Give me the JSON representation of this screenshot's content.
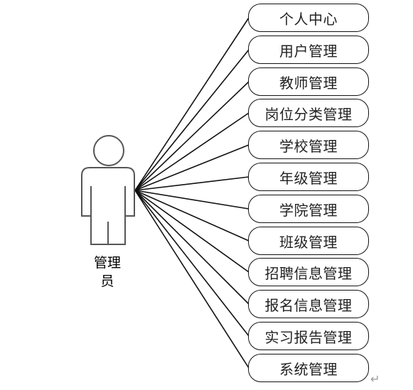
{
  "actor": {
    "label_line1": "管理",
    "label_line2": "员",
    "icon": "person-icon"
  },
  "use_cases": [
    "个人中心",
    "用户管理",
    "教师管理",
    "岗位分类管理",
    "学校管理",
    "年级管理",
    "学院管理",
    "班级管理",
    "招聘信息管理",
    "报名信息管理",
    "实习报告管理",
    "系统管理"
  ],
  "return_mark": "↵",
  "colors": {
    "stroke": "#111111",
    "actor_stroke": "#555555",
    "text": "#222222"
  }
}
